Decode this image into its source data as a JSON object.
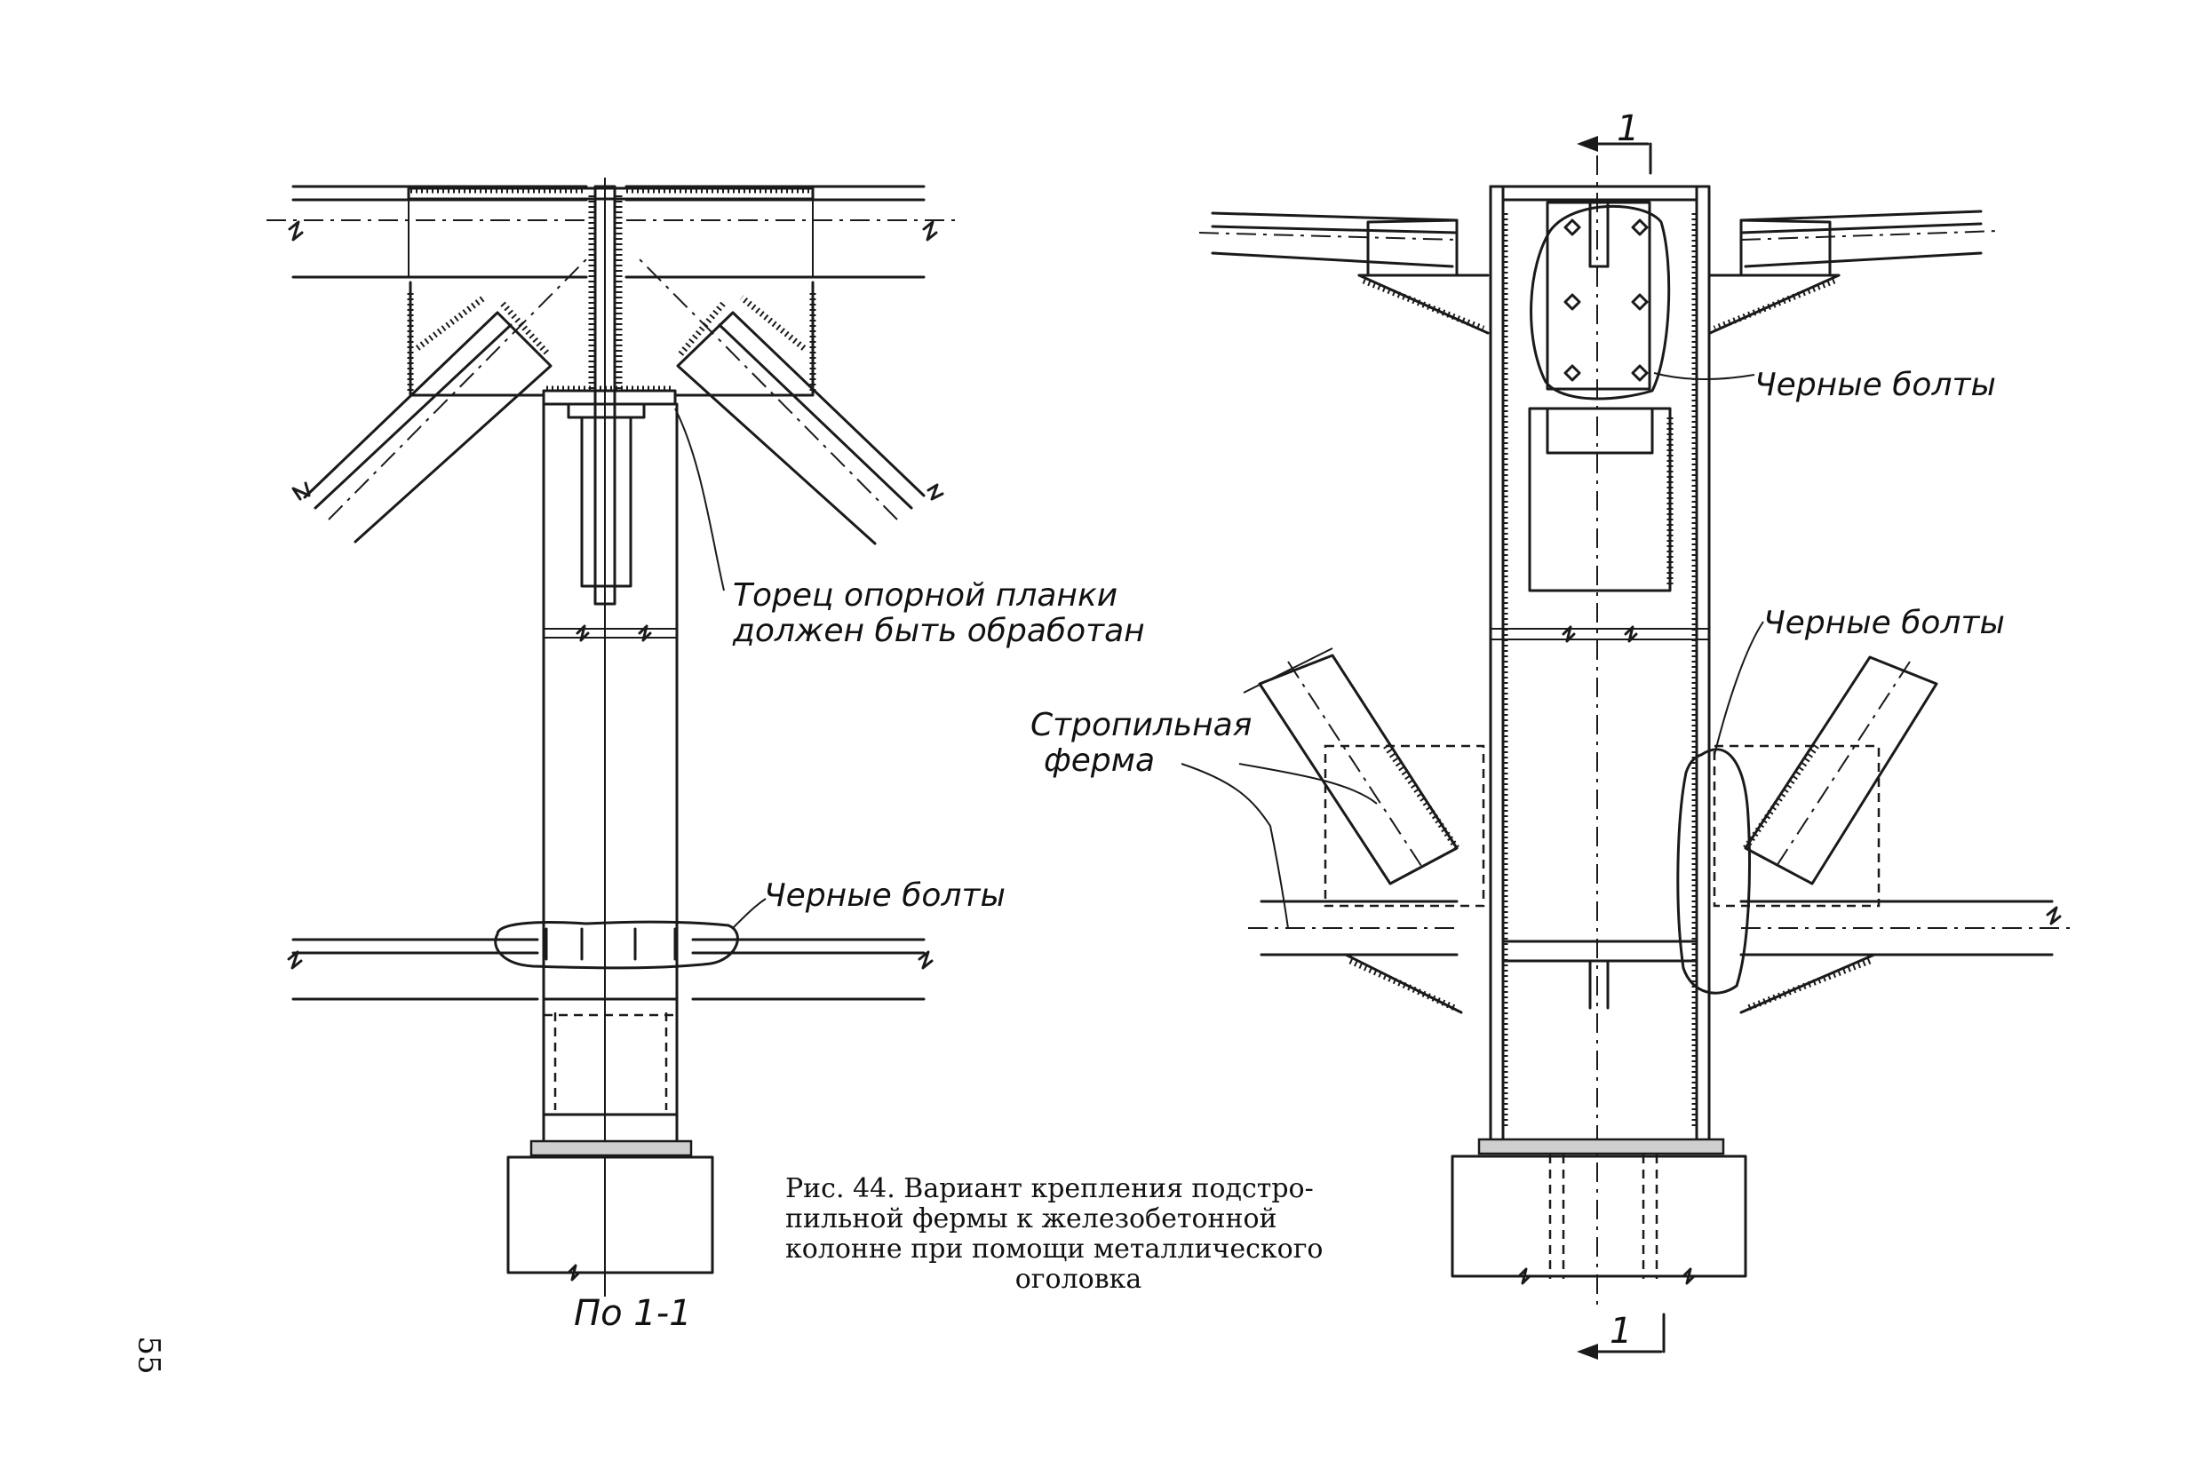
{
  "labels": {
    "end_face_note_line1": "Торец опорной планки",
    "end_face_note_line2": "должен быть обработан",
    "black_bolts_left": "Черные болты",
    "black_bolts_right_top": "Черные болты",
    "black_bolts_right_mid": "Черные болты",
    "truss_line1": "Стропильная",
    "truss_line2": "ферма",
    "section_view": "По 1-1",
    "section_mark_top": "1",
    "section_mark_bottom": "1"
  },
  "caption": {
    "line1": "Рис. 44. Вариант крепления подстро-",
    "line2": "пильной фермы к железобетонной",
    "line3": "колонне при помощи металлического",
    "line4": "оголовка"
  },
  "page_number": "55"
}
